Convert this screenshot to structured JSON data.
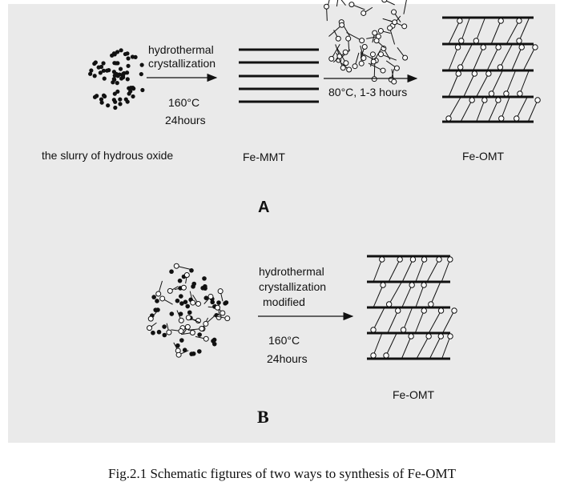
{
  "panel_a": {
    "label": "A",
    "step1": {
      "line1": "hydrothermal",
      "line2": "crystallization",
      "temp": "160°C",
      "time": "24hours"
    },
    "step2": {
      "condition": "80°C, 1-3 hours"
    },
    "names": {
      "slurry": "the slurry of hydrous oxide",
      "mmt": "Fe-MMT",
      "omt": "Fe-OMT"
    }
  },
  "panel_b": {
    "label": "B",
    "step": {
      "line1": "hydrothermal",
      "line2": "crystallization",
      "line3": "modified",
      "temp": "160°C",
      "time": "24hours"
    },
    "names": {
      "omt": "Fe-OMT"
    }
  },
  "caption": "Fig.2.1 Schematic figtures of two ways to synthesis of Fe-OMT"
}
